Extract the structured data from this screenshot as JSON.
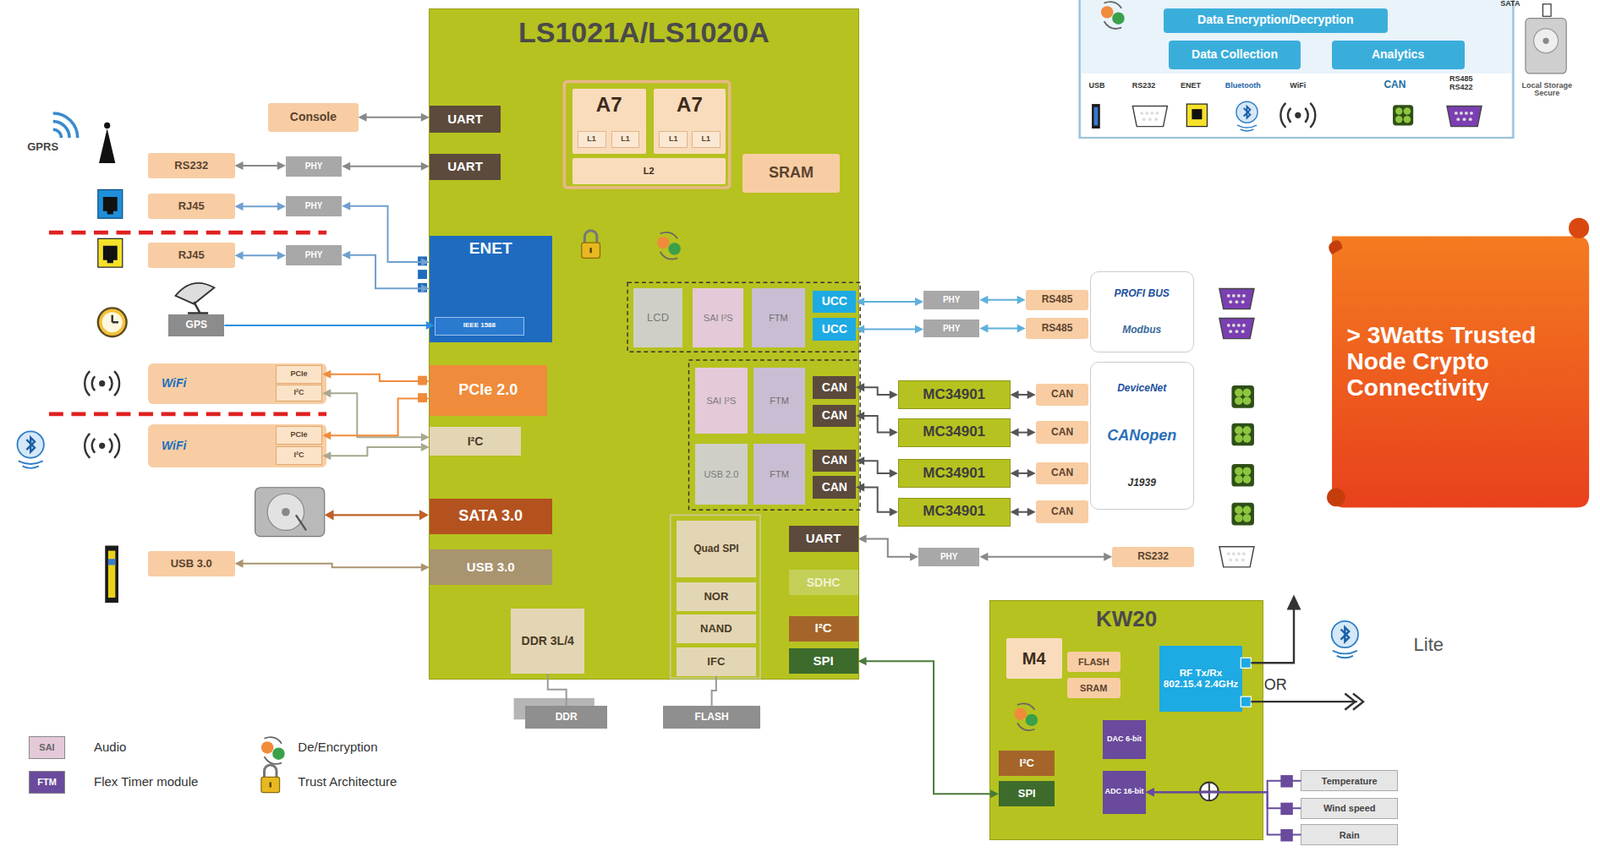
{
  "diagram": {
    "nodes": [
      {
        "text": [
          "LS1021A/LS1020A"
        ]
      },
      {
        "text": [
          "UART"
        ],
        "in": 0
      },
      {
        "text": [
          "UART"
        ],
        "in": 0
      },
      {
        "text": [
          "A7"
        ],
        "in": 0
      },
      {
        "text": [
          "L1"
        ],
        "in": 3
      },
      {
        "text": [
          "L1"
        ],
        "in": 3
      },
      {
        "text": [
          "A7"
        ],
        "in": 0
      },
      {
        "text": [
          "L1"
        ],
        "in": 6
      },
      {
        "text": [
          "L1"
        ],
        "in": 6
      },
      {
        "text": [
          "L2"
        ],
        "in": 0
      },
      {
        "text": [
          "SRAM"
        ],
        "in": 0
      },
      {
        "text": [
          "ENET"
        ],
        "in": 0
      },
      {
        "text": [
          "IEEE 1588"
        ],
        "in": 11
      },
      {
        "text": [
          "PCIe 2.0"
        ],
        "in": 0
      },
      {
        "text": [
          "I²C"
        ],
        "in": 0
      },
      {
        "text": [
          "SATA 3.0"
        ],
        "in": 0
      },
      {
        "text": [
          "USB 3.0"
        ],
        "in": 0
      },
      {
        "text": [
          "LCD"
        ],
        "in": 0
      },
      {
        "text": [
          "SAI I²S"
        ],
        "in": 0
      },
      {
        "text": [
          "FTM"
        ],
        "in": 0
      },
      {
        "text": [
          "UCC"
        ],
        "in": 0
      },
      {
        "text": [
          "UCC"
        ],
        "in": 0
      },
      {
        "text": [
          "SAI I²S"
        ],
        "in": 0
      },
      {
        "text": [
          "FTM"
        ],
        "in": 0
      },
      {
        "text": [
          "CAN"
        ],
        "in": 0
      },
      {
        "text": [
          "CAN"
        ],
        "in": 0
      },
      {
        "text": [
          "USB 2.0"
        ],
        "in": 0
      },
      {
        "text": [
          "FTM"
        ],
        "in": 0
      },
      {
        "text": [
          "CAN"
        ],
        "in": 0
      },
      {
        "text": [
          "CAN"
        ],
        "in": 0
      },
      {
        "text": [
          "UART"
        ],
        "in": 0
      },
      {
        "text": [
          "SDHC"
        ],
        "in": 0
      },
      {
        "text": [
          "Quad SPI"
        ],
        "in": 0
      },
      {
        "text": [
          "NOR"
        ],
        "in": 0
      },
      {
        "text": [
          "NAND"
        ],
        "in": 0
      },
      {
        "text": [
          "IFC"
        ],
        "in": 0
      },
      {
        "text": [
          "DDR 3L/4"
        ],
        "in": 0
      },
      {
        "text": [
          "I²C"
        ],
        "in": 0
      },
      {
        "text": [
          "SPI"
        ],
        "in": 0
      },
      {
        "text": [
          "Console"
        ]
      },
      {
        "text": [
          "RS232"
        ]
      },
      {
        "text": [
          "PHY"
        ]
      },
      {
        "text": [
          "RJ45"
        ]
      },
      {
        "text": [
          "PHY"
        ]
      },
      {
        "text": [
          "RJ45"
        ]
      },
      {
        "text": [
          "PHY"
        ]
      },
      {
        "text": [
          "GPS"
        ]
      },
      {
        "text": [
          "WiFi"
        ]
      },
      {
        "text": [
          "PCIe"
        ],
        "in": 47
      },
      {
        "text": [
          "I²C"
        ],
        "in": 47
      },
      {
        "text": [
          "WiFi"
        ]
      },
      {
        "text": [
          "PCIe"
        ],
        "in": 50
      },
      {
        "text": [
          "I²C"
        ],
        "in": 50
      },
      {
        "text": [
          "USB 3.0"
        ]
      },
      {
        "text": [
          "DDR"
        ]
      },
      {
        "text": [
          "FLASH"
        ]
      },
      {
        "text": [
          "PHY"
        ]
      },
      {
        "text": [
          "RS485"
        ]
      },
      {
        "text": [
          "PHY"
        ]
      },
      {
        "text": [
          "RS485"
        ]
      },
      {
        "text": [
          "PROFI BUS",
          "Modbus"
        ]
      },
      {
        "text": [
          "MC34901"
        ]
      },
      {
        "text": [
          "CAN"
        ]
      },
      {
        "text": [
          "MC34901"
        ]
      },
      {
        "text": [
          "CAN"
        ]
      },
      {
        "text": [
          "MC34901"
        ]
      },
      {
        "text": [
          "CAN"
        ]
      },
      {
        "text": [
          "MC34901"
        ]
      },
      {
        "text": [
          "CAN"
        ]
      },
      {
        "text": [
          "DeviceNet",
          "CANopen",
          "J1939"
        ]
      },
      {
        "text": [
          "PHY"
        ]
      },
      {
        "text": [
          "RS232"
        ]
      },
      {
        "text": [
          "KW20"
        ]
      },
      {
        "text": [
          "M4"
        ],
        "in": 72
      },
      {
        "text": [
          "FLASH"
        ],
        "in": 72
      },
      {
        "text": [
          "SRAM"
        ],
        "in": 72
      },
      {
        "text": [
          "RF Tx/Rx 802.15.4 2.4GHz"
        ],
        "in": 72
      },
      {
        "text": [
          "DAC 6-bit"
        ],
        "in": 72
      },
      {
        "text": [
          "I²C"
        ],
        "in": 72
      },
      {
        "text": [
          "SPI"
        ],
        "in": 72
      },
      {
        "text": [
          "ADC 16-bit"
        ],
        "in": 72
      },
      {
        "text": [
          "Temperature"
        ]
      },
      {
        "text": [
          "Wind speed"
        ]
      },
      {
        "text": [
          "Rain"
        ]
      },
      {
        "text": [
          "> 3Watts Trusted Node Crypto Connectivity"
        ]
      },
      {
        "text": [
          "Data Encryption/Decryption"
        ]
      },
      {
        "text": [
          "Data Collection"
        ]
      },
      {
        "text": [
          "Analytics"
        ]
      }
    ],
    "edges": [
      {
        "from": 39,
        "to": 1,
        "arrow": "both"
      },
      {
        "from": 40,
        "to": 41,
        "arrow": "both"
      },
      {
        "from": 41,
        "to": 2,
        "arrow": "both"
      },
      {
        "from": 42,
        "to": 43,
        "arrow": "both"
      },
      {
        "from": 43,
        "to": 11,
        "arrow": "both"
      },
      {
        "from": 44,
        "to": 45,
        "arrow": "both"
      },
      {
        "from": 45,
        "to": 11,
        "arrow": "both"
      },
      {
        "from": 46,
        "to": 12,
        "arrow": "to"
      },
      {
        "from": 48,
        "to": 13,
        "arrow": "both"
      },
      {
        "from": 49,
        "to": 14,
        "arrow": "both"
      },
      {
        "from": 51,
        "to": 13,
        "arrow": "both"
      },
      {
        "from": 52,
        "to": 14,
        "arrow": "both"
      },
      {
        "from": 53,
        "to": 16,
        "arrow": "both"
      },
      {
        "from": 20,
        "to": 56,
        "arrow": "both"
      },
      {
        "from": 56,
        "to": 57,
        "arrow": "both"
      },
      {
        "from": 21,
        "to": 58,
        "arrow": "both"
      },
      {
        "from": 58,
        "to": 59,
        "arrow": "both"
      },
      {
        "from": 24,
        "to": 61,
        "arrow": "both"
      },
      {
        "from": 61,
        "to": 62,
        "arrow": "both"
      },
      {
        "from": 25,
        "to": 63,
        "arrow": "both"
      },
      {
        "from": 63,
        "to": 64,
        "arrow": "both"
      },
      {
        "from": 28,
        "to": 65,
        "arrow": "both"
      },
      {
        "from": 65,
        "to": 66,
        "arrow": "both"
      },
      {
        "from": 29,
        "to": 67,
        "arrow": "both"
      },
      {
        "from": 67,
        "to": 68,
        "arrow": "both"
      },
      {
        "from": 30,
        "to": 70,
        "arrow": "both"
      },
      {
        "from": 70,
        "to": 71,
        "arrow": "both"
      },
      {
        "from": 38,
        "to": 79,
        "arrow": "both"
      },
      {
        "from": 81,
        "to": 80,
        "arrow": "to"
      },
      {
        "from": 82,
        "to": 80,
        "arrow": "to"
      },
      {
        "from": 83,
        "to": 80,
        "arrow": "to"
      },
      {
        "from": 36,
        "to": 54,
        "arrow": "none"
      },
      {
        "from": 35,
        "to": 55,
        "arrow": "none"
      }
    ],
    "labels": [
      "GPRS",
      "Lite",
      "OR",
      "SAI",
      "FTM",
      "USB",
      "RS232",
      "ENET",
      "Bluetooth",
      "WiFi",
      "CAN",
      "RS485 RS422",
      "SATA",
      "Local Storage Secure"
    ],
    "legend": [
      {
        "text": "Audio",
        "color": "#e4c9d9"
      },
      {
        "text": "Flex Timer module",
        "color": "#6a4a9c"
      },
      {
        "text": "De/Encryption"
      },
      {
        "text": "Trust Architecture"
      }
    ]
  }
}
